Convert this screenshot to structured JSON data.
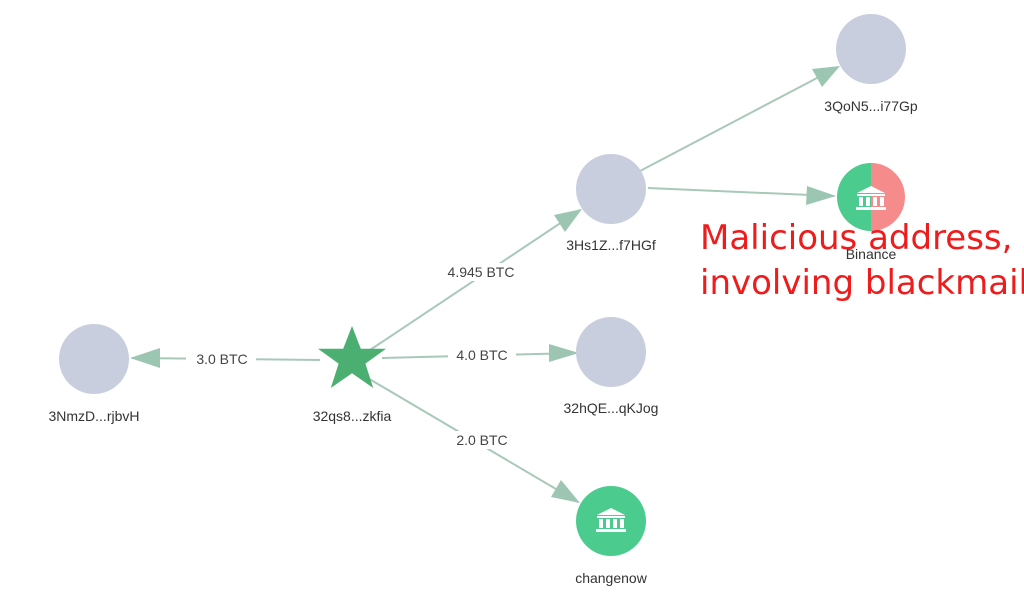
{
  "colors": {
    "address_node": "#c9cede",
    "edge": "#a9c9b8",
    "arrow": "#9dc6b2",
    "exchange_green": "#4ccb8e",
    "malicious_red": "#f58b8b",
    "center_star": "#4caf72",
    "annotation": "#ee1c1c",
    "edge_label_bg": "#ffffff"
  },
  "nodes": {
    "center": {
      "label": "32qs8...zkfia",
      "icon": "star-icon"
    },
    "left": {
      "label": "3NmzD...rjbvH",
      "icon": "circle-node"
    },
    "mid_top": {
      "label": "3Hs1Z...f7HGf",
      "icon": "circle-node"
    },
    "top_right": {
      "label": "3QoN5...i77Gp",
      "icon": "circle-node"
    },
    "binance": {
      "label": "Binance",
      "icon": "bank-icon"
    },
    "mid_right": {
      "label": "32hQE...qKJog",
      "icon": "circle-node"
    },
    "changenow": {
      "label": "changenow",
      "icon": "bank-icon"
    }
  },
  "edges": {
    "center_to_left": "3.0 BTC",
    "center_to_mid_top": "4.945 BTC",
    "center_to_mid_right": "4.0 BTC",
    "center_to_changenow": "2.0 BTC"
  },
  "annotation": {
    "line1": "Malicious address,",
    "line2": "involving blackmail"
  }
}
